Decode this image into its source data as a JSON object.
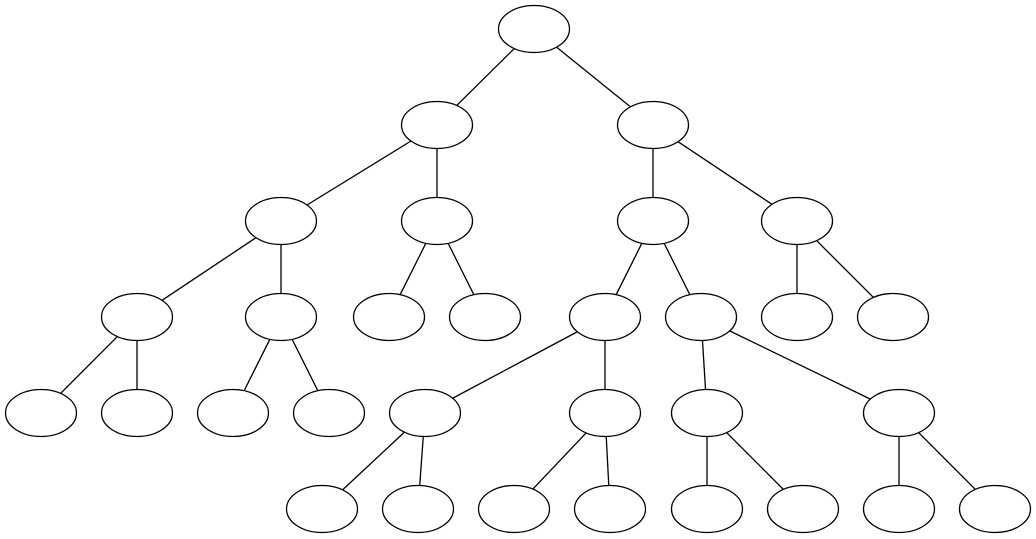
{
  "diagram": {
    "type": "tree",
    "node_shape": "ellipse",
    "stroke_color": "#000000",
    "fill_color": "#ffffff",
    "nodes": [
      {
        "id": "n0",
        "parent": null
      },
      {
        "id": "n1",
        "parent": "n0"
      },
      {
        "id": "n2",
        "parent": "n0"
      },
      {
        "id": "n3",
        "parent": "n1"
      },
      {
        "id": "n4",
        "parent": "n1"
      },
      {
        "id": "n5",
        "parent": "n2"
      },
      {
        "id": "n6",
        "parent": "n2"
      },
      {
        "id": "n7",
        "parent": "n3"
      },
      {
        "id": "n8",
        "parent": "n3"
      },
      {
        "id": "n9",
        "parent": "n4"
      },
      {
        "id": "n10",
        "parent": "n4"
      },
      {
        "id": "n11",
        "parent": "n5"
      },
      {
        "id": "n12",
        "parent": "n5"
      },
      {
        "id": "n13",
        "parent": "n6"
      },
      {
        "id": "n14",
        "parent": "n6"
      },
      {
        "id": "n15",
        "parent": "n7"
      },
      {
        "id": "n16",
        "parent": "n7"
      },
      {
        "id": "n17",
        "parent": "n8"
      },
      {
        "id": "n18",
        "parent": "n8"
      },
      {
        "id": "n19",
        "parent": "n11"
      },
      {
        "id": "n20",
        "parent": "n11"
      },
      {
        "id": "n21",
        "parent": "n12"
      },
      {
        "id": "n22",
        "parent": "n12"
      },
      {
        "id": "n23",
        "parent": "n19"
      },
      {
        "id": "n24",
        "parent": "n19"
      },
      {
        "id": "n25",
        "parent": "n20"
      },
      {
        "id": "n26",
        "parent": "n20"
      },
      {
        "id": "n27",
        "parent": "n21"
      },
      {
        "id": "n28",
        "parent": "n21"
      },
      {
        "id": "n29",
        "parent": "n22"
      },
      {
        "id": "n30",
        "parent": "n22"
      }
    ]
  }
}
